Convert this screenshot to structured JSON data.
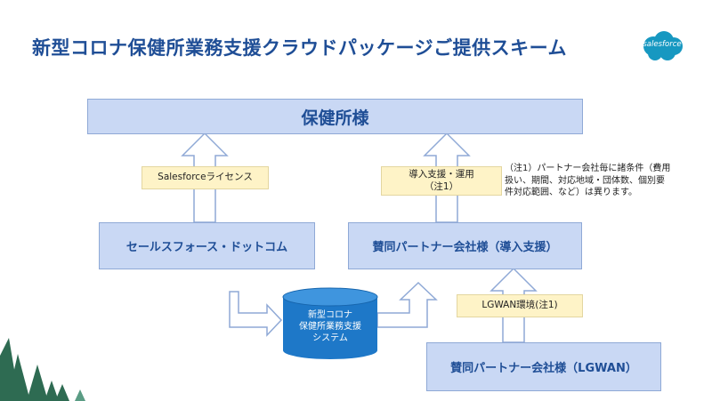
{
  "title": "新型コロナ保健所業務支援クラウドパッケージご提供スキーム",
  "logo": {
    "text": "salesforce",
    "color": "#1798c1"
  },
  "colors": {
    "title": "#1f4e96",
    "box_fill": "#c9d8f4",
    "label_fill": "#fef3c7",
    "cylinder": "#1e78c8"
  },
  "boxes": {
    "hokenjo": "保健所様",
    "salesforce": "セールスフォース・ドットコム",
    "partner_intro": "賛同パートナー会社様（導入支援）",
    "partner_lgwan": "賛同パートナー会社様（LGWAN）"
  },
  "labels": {
    "license": "Salesforceライセンス",
    "support_line1": "導入支援・運用",
    "support_line2": "（注1）",
    "lgwan": "LGWAN環境(注1)"
  },
  "system": {
    "line1": "新型コロナ",
    "line2": "保健所業務支援",
    "line3": "システム"
  },
  "note": {
    "line1": "（注1）パートナー会社毎に諸条件（費用",
    "line2": "扱い、期間、対応地域・団体数、個別要",
    "line3": "件対応範囲、など）は異ります。"
  }
}
